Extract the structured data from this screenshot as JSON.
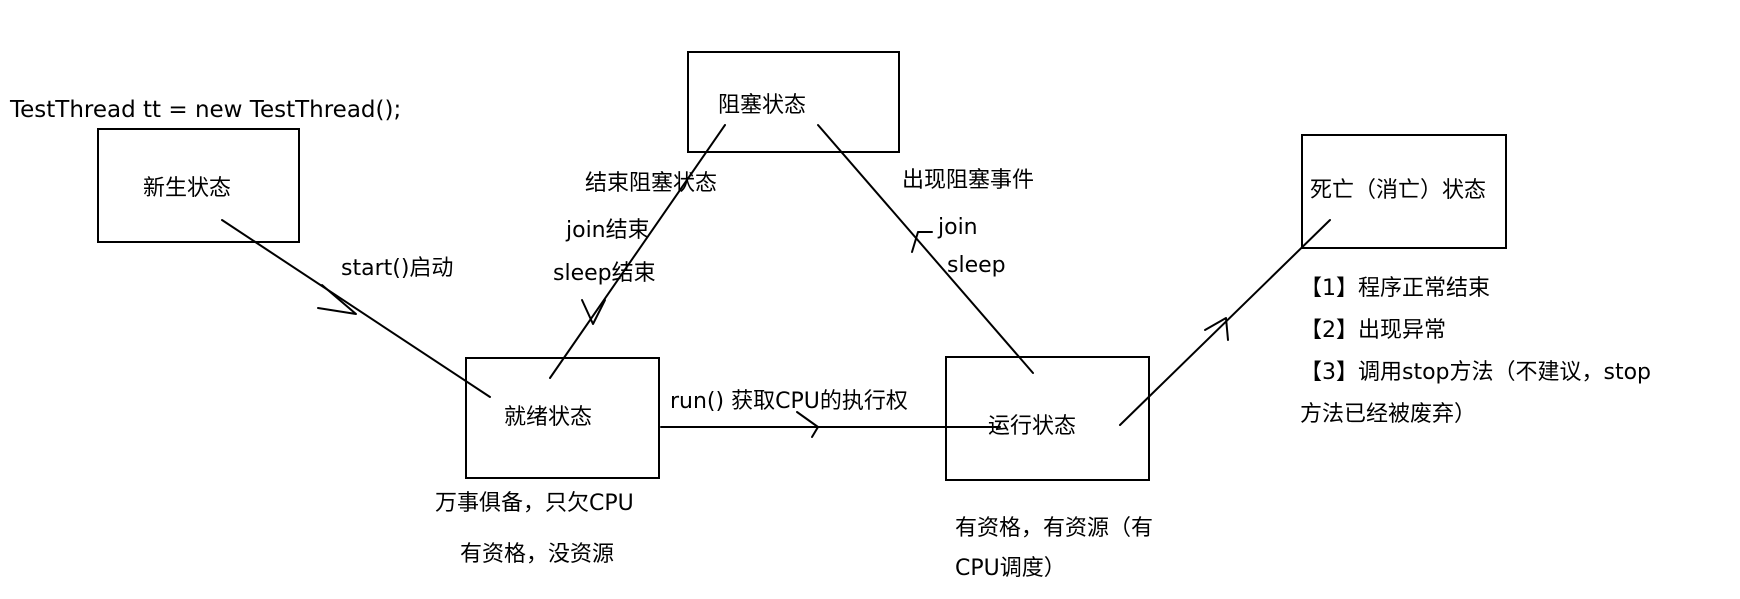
{
  "code_line": "TestThread tt = new TestThread();",
  "states": {
    "new": "新生状态",
    "blocked": "阻塞状态",
    "ready": "就绪状态",
    "running": "运行状态",
    "dead": "死亡（消亡）状态"
  },
  "transitions": {
    "start": "start()启动",
    "unblock_title": "结束阻塞状态",
    "unblock_join": "join结束",
    "unblock_sleep": "sleep结束",
    "block_title": "出现阻塞事件",
    "block_join": "join",
    "block_sleep": "sleep",
    "run": "run() 获取CPU的执行权"
  },
  "notes": {
    "ready_line1": "万事俱备，只欠CPU",
    "ready_line2": "有资格，没资源",
    "running_line1": "有资格，有资源（有",
    "running_line2": "CPU调度）",
    "dead_reason1": "【1】程序正常结束",
    "dead_reason2": "【2】出现异常",
    "dead_reason3_line1": "【3】调用stop方法（不建议，stop",
    "dead_reason3_line2": "方法已经被废弃）"
  }
}
